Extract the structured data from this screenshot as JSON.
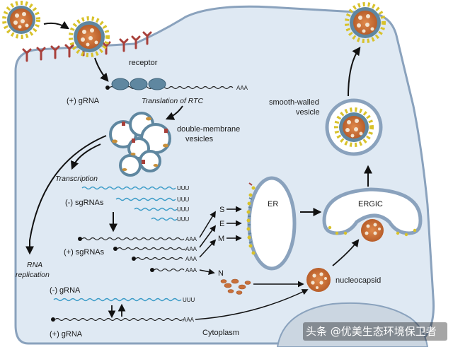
{
  "labels": {
    "receptor": "receptor",
    "pos_grna_top": "(+) gRNA",
    "translation": "Translation of RTC",
    "dmv_line1": "double-membrane",
    "dmv_line2": "vesicles",
    "transcription": "Transcription",
    "neg_sgrnas": "(-) sgRNAs",
    "pos_sgrnas": "(+) sgRNAs",
    "rna_rep_line1": "RNA",
    "rna_rep_line2": "replication",
    "neg_grna": "(-) gRNA",
    "pos_grna_bottom": "(+) gRNA",
    "s": "S",
    "e": "E",
    "m": "M",
    "n": "N",
    "er": "ER",
    "ergic": "ERGIC",
    "nucleocapsid": "nucleocapsid",
    "smooth_line1": "smooth-walled",
    "smooth_line2": "vesicle",
    "cytoplasm": "Cytoplasm",
    "aaa": "AAA",
    "uuu": "UUU"
  },
  "watermark": "头条 @优美生态环境保卫者",
  "colors": {
    "cell_fill": "#dfe9f3",
    "cell_stroke": "#8aa2bd",
    "receptor": "#a8403a",
    "virion_core": "#c9703a",
    "spike": "#d8c22a",
    "protein_blue": "#5f87a0",
    "neg_rna": "#3a9bc7",
    "pos_rna": "#222222"
  }
}
